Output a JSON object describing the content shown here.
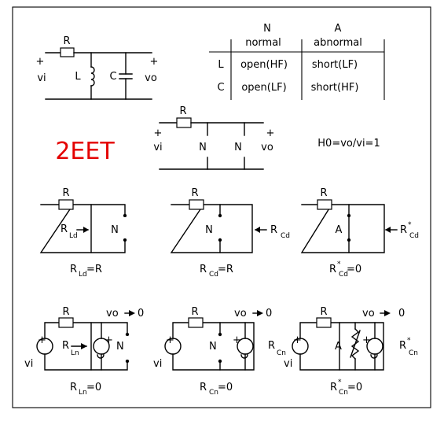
{
  "title": "2EET",
  "lc_filter": {
    "r": "R",
    "plus": "+",
    "vi": "vi",
    "l": "L",
    "c": "C",
    "vo": "vo"
  },
  "table": {
    "col_n": "N",
    "col_normal": "normal",
    "col_a": "A",
    "col_abnormal": "abnormal",
    "rows": [
      {
        "name": "L",
        "normal": "open(HF)",
        "abnormal": "short(LF)"
      },
      {
        "name": "C",
        "normal": "open(LF)",
        "abnormal": "short(HF)"
      }
    ]
  },
  "network": {
    "r": "R",
    "plus": "+",
    "vi": "vi",
    "vo": "vo",
    "n": "N",
    "h0": "H0=vo/vi=1"
  },
  "row1": {
    "r": "R",
    "star": "*",
    "c1_r": "R",
    "c1_sub": "Ld",
    "c1_el": "N",
    "c1_caption_r": "R",
    "c1_caption_v": "=R",
    "c2_el": "N",
    "c2_r": "R",
    "c2_sub": "Cd",
    "c2_caption_r": "R",
    "c2_caption_v": "=R",
    "c3_el": "A",
    "c3_r": "R",
    "c3_sub": "Cd",
    "c3_caption_r": "R",
    "c3_caption_v": "=0"
  },
  "row2": {
    "r": "R",
    "plus": "+",
    "vi": "vi",
    "vo": "vo",
    "zero": "0",
    "star": "*",
    "caption_v": "=0",
    "c1_r": "R",
    "c1_sub": "Ln",
    "c1_el": "N",
    "c1_caption_r": "R",
    "c2_el": "N",
    "c2_r": "R",
    "c2_sub": "Cn",
    "c2_caption_r": "R",
    "c3_el": "A",
    "c3_r": "R",
    "c3_sub": "Cn",
    "c3_caption_r": "R"
  }
}
